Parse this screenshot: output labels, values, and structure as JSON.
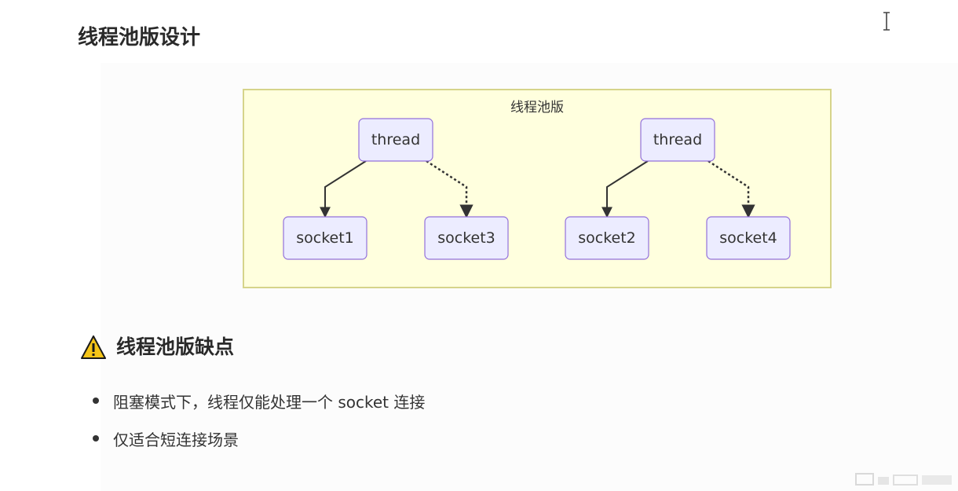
{
  "heading_main": "线程池版设计",
  "diagram": {
    "cluster_label": "线程池版",
    "nodes": {
      "thread_a": "thread",
      "thread_b": "thread",
      "socket1": "socket1",
      "socket3": "socket3",
      "socket2": "socket2",
      "socket4": "socket4"
    },
    "edges": [
      {
        "from": "thread_a",
        "to": "socket1",
        "style": "solid"
      },
      {
        "from": "thread_a",
        "to": "socket3",
        "style": "dotted"
      },
      {
        "from": "thread_b",
        "to": "socket2",
        "style": "solid"
      },
      {
        "from": "thread_b",
        "to": "socket4",
        "style": "dotted"
      }
    ],
    "colors": {
      "cluster_fill": "#ffffde",
      "cluster_border": "#d6d48a",
      "node_fill": "#ececff",
      "node_border": "#9370db",
      "edge": "#333333"
    }
  },
  "section": {
    "icon": "warning-icon",
    "title": "线程池版缺点",
    "bullets": [
      "阻塞模式下，线程仅能处理一个 socket 连接",
      "仅适合短连接场景"
    ]
  }
}
